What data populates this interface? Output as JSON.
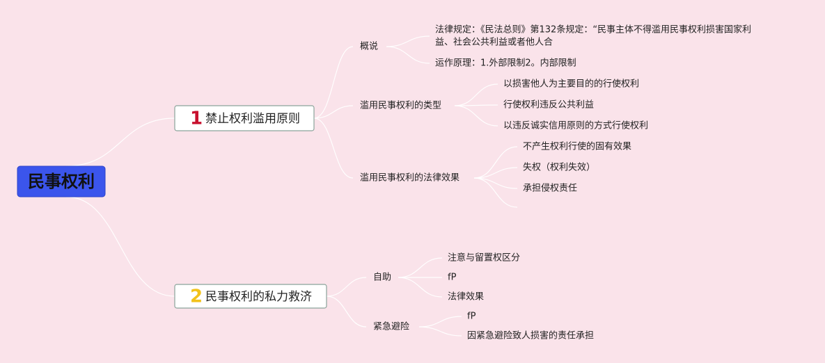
{
  "root": {
    "label": "民事权利",
    "color": "#3b55ec"
  },
  "branches": [
    {
      "number": "1",
      "number_color": "#c8102e",
      "label": "禁止权利滥用原则",
      "children": [
        {
          "label": "概说",
          "children": [
            {
              "label_lines": [
                "法律规定：《民法总则》第132条规定：“民事主体不得滥用民事权利损害国家利",
                "益、社会公共利益或者他人合"
              ]
            },
            {
              "label_lines": [
                "运作原理：1.外部限制2。内部限制"
              ]
            }
          ]
        },
        {
          "label": "滥用民事权利的类型",
          "children": [
            {
              "label_lines": [
                "以损害他人为主要目的的行使权利"
              ]
            },
            {
              "label_lines": [
                "行使权利违反公共利益"
              ]
            },
            {
              "label_lines": [
                "以违反诚实信用原则的方式行使权利"
              ]
            }
          ]
        },
        {
          "label": "滥用民事权利的法律效果",
          "children": [
            {
              "label_lines": [
                "不产生权利行使的固有效果"
              ]
            },
            {
              "label_lines": [
                "失权（权利失效）"
              ]
            },
            {
              "label_lines": [
                "承担侵权责任"
              ]
            },
            {
              "label_lines": [
                ""
              ]
            }
          ]
        }
      ]
    },
    {
      "number": "2",
      "number_color": "#f2c21b",
      "label": "民事权利的私力救济",
      "children": [
        {
          "label": "自助",
          "children": [
            {
              "label_lines": [
                "注意与留置权区分"
              ]
            },
            {
              "label_lines": [
                "fP"
              ]
            },
            {
              "label_lines": [
                "法律效果"
              ]
            }
          ]
        },
        {
          "label": "紧急避险",
          "children": [
            {
              "label_lines": [
                "fP"
              ]
            },
            {
              "label_lines": [
                "因紧急避险致人损害的责任承担"
              ]
            }
          ]
        }
      ]
    }
  ]
}
